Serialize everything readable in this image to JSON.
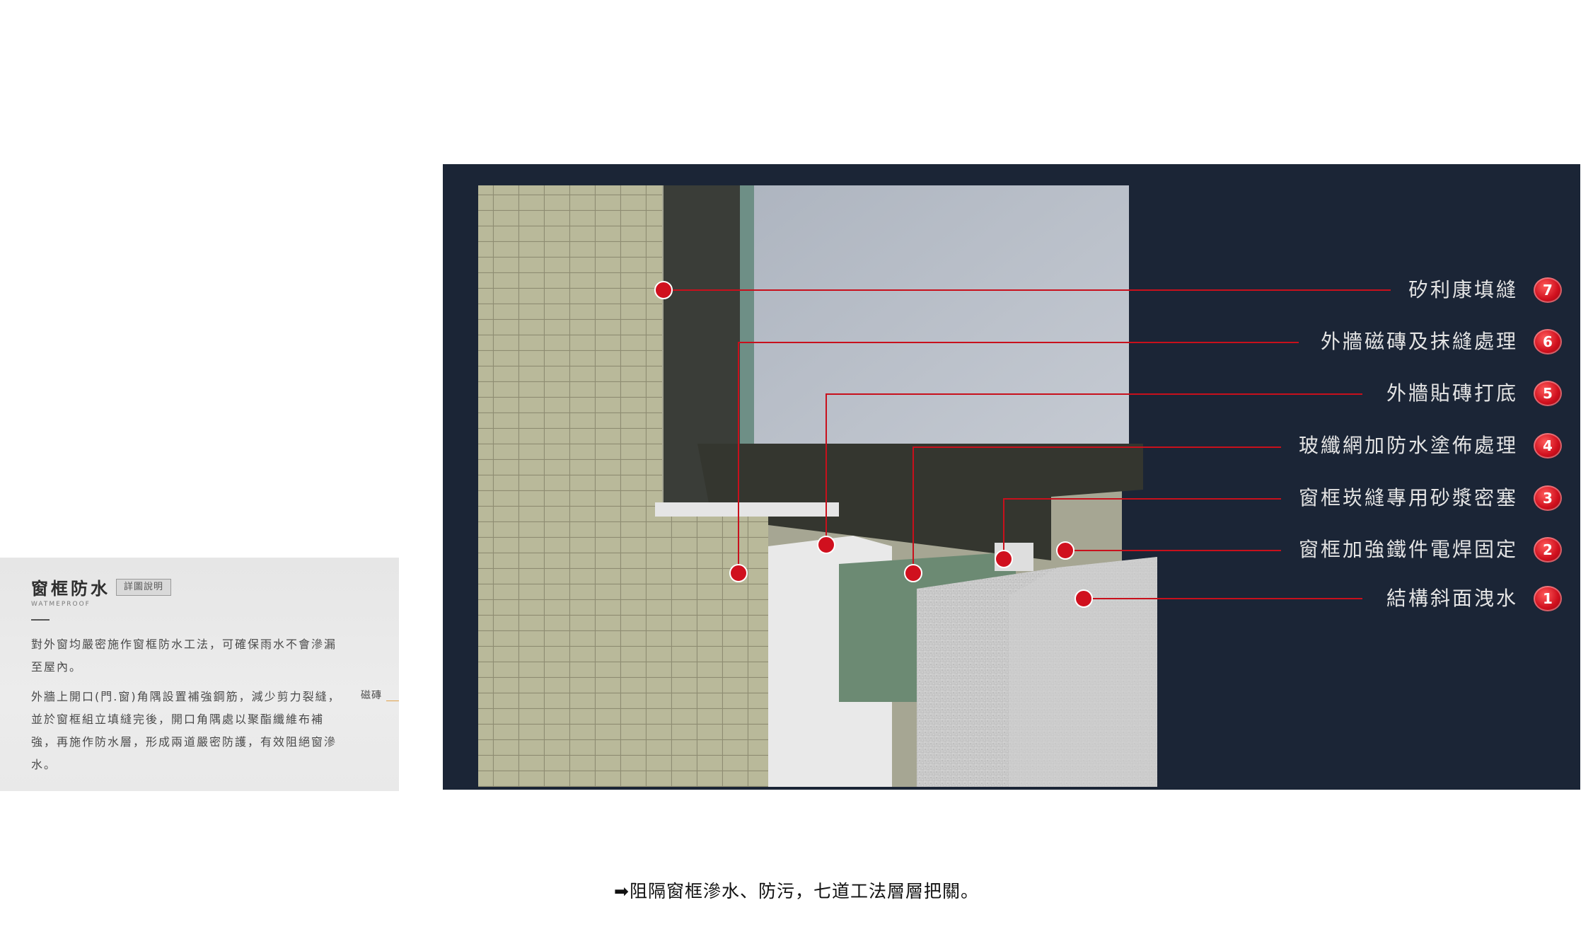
{
  "info_card": {
    "title": "窗框防水",
    "detail_button": "詳圖說明",
    "subtitle": "WATMEPROOF",
    "paragraph_1": "對外窗均嚴密施作窗框防水工法，可確保雨水不會滲漏至屋內。",
    "paragraph_2": "外牆上開口(門.窗)角隅設置補強鋼筋，減少剪力裂縫，並於窗框組立填縫完後，開口角隅處以聚酯纖維布補強，再施作防水層，形成兩道嚴密防護，有效阻絕窗滲水。",
    "side_label": "磁磚"
  },
  "diagram": {
    "callouts": [
      {
        "number": "7",
        "label": "矽利康填縫"
      },
      {
        "number": "6",
        "label": "外牆磁磚及抹縫處理"
      },
      {
        "number": "5",
        "label": "外牆貼磚打底"
      },
      {
        "number": "4",
        "label": "玻纖網加防水塗佈處理"
      },
      {
        "number": "3",
        "label": "窗框崁縫專用砂漿密塞"
      },
      {
        "number": "2",
        "label": "窗框加強鐵件電焊固定"
      },
      {
        "number": "1",
        "label": "結構斜面洩水"
      }
    ],
    "colors": {
      "background": "#1b2536",
      "leader_line": "#c8101c",
      "marker": "#d0101e"
    }
  },
  "caption": "➡阻隔窗框滲水、防污，七道工法層層把關。"
}
